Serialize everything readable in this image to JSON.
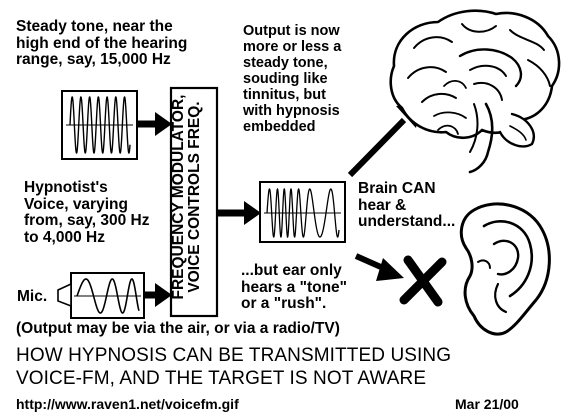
{
  "labels": {
    "carrier_note": [
      "Steady tone, near the",
      "high end of the hearing",
      "range, say,  15,000 Hz"
    ],
    "voice_note": [
      "Hypnotist's",
      "Voice, varying",
      "from, say, 300 Hz",
      "to 4,000 Hz"
    ],
    "mic": "Mic.",
    "output_note": [
      "Output is now",
      "more or less a",
      "steady tone,",
      "souding like",
      "tinnitus, but",
      "with hypnosis",
      "embedded"
    ],
    "modulator": [
      "FREQUENCY MODULATOR,",
      "VOICE CONTROLS FREQ."
    ],
    "brain_note": [
      "Brain CAN",
      "hear &",
      "understand..."
    ],
    "ear_note": [
      "...but ear only",
      "hears a \"tone\"",
      "or a \"rush\"."
    ],
    "transmission_note": "(Output may be via the air, or via a radio/TV)"
  },
  "headline": {
    "line1": "HOW HYPNOSIS CAN BE TRANSMITTED USING",
    "line2": "VOICE-FM, AND THE TARGET IS NOT AWARE"
  },
  "footer": {
    "url": "http://www.raven1.net/voicefm.gif",
    "date": "Mar 21/00"
  },
  "colors": {
    "ink": "#000000",
    "paper": "#ffffff",
    "gray": "#9a9a9a"
  }
}
